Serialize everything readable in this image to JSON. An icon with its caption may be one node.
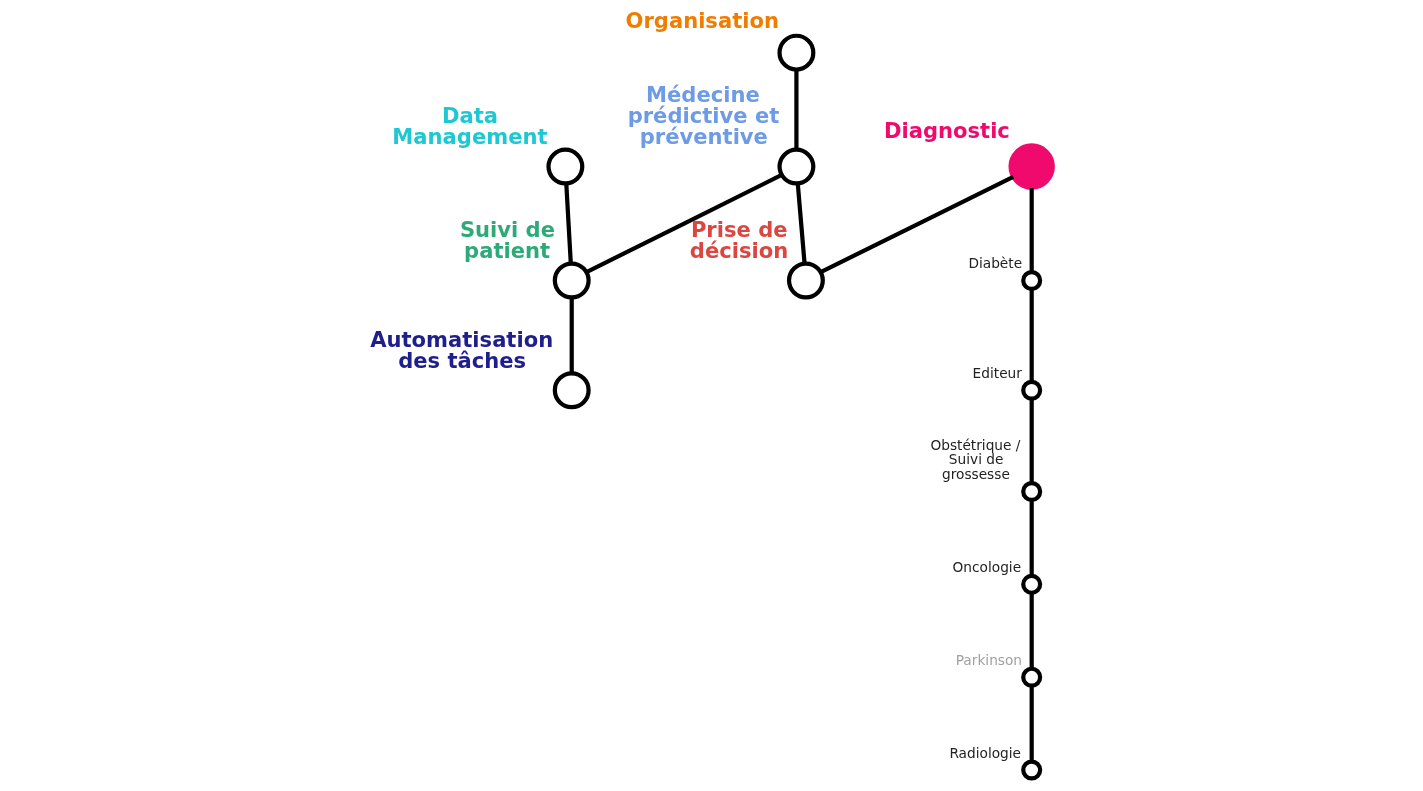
{
  "diagram": {
    "nodes": [
      {
        "text": [
          "Organisation"
        ]
      },
      {
        "text": [
          "Data Management"
        ]
      },
      {
        "text": [
          "Médecine prédictive et préventive"
        ]
      },
      {
        "text": [
          "Suivi de patient"
        ]
      },
      {
        "text": [
          "Diagnostic"
        ]
      },
      {
        "text": [
          "Prise de décision"
        ]
      },
      {
        "text": [
          "Automatisation des tâches"
        ]
      },
      {
        "text": [
          "Diabète"
        ]
      },
      {
        "text": [
          "Editeur"
        ]
      },
      {
        "text": [
          "Obstétrique / Suivi de grossesse"
        ]
      },
      {
        "text": [
          "Oncologie"
        ]
      },
      {
        "text": [
          "Parkinson"
        ]
      },
      {
        "text": [
          "Radiologie"
        ]
      }
    ],
    "edges": [
      {
        "from": 0,
        "to": 2,
        "arrow": "none"
      },
      {
        "from": 1,
        "to": 3,
        "arrow": "none"
      },
      {
        "from": 2,
        "to": 3,
        "arrow": "none"
      },
      {
        "from": 2,
        "to": 5,
        "arrow": "none"
      },
      {
        "from": 3,
        "to": 6,
        "arrow": "none"
      },
      {
        "from": 4,
        "to": 5,
        "arrow": "none"
      },
      {
        "from": 4,
        "to": 7,
        "arrow": "none"
      },
      {
        "from": 7,
        "to": 8,
        "arrow": "none"
      },
      {
        "from": 8,
        "to": 9,
        "arrow": "none"
      },
      {
        "from": 9,
        "to": 10,
        "arrow": "none"
      },
      {
        "from": 10,
        "to": 11,
        "arrow": "none"
      },
      {
        "from": 11,
        "to": 12,
        "arrow": "none"
      }
    ]
  }
}
